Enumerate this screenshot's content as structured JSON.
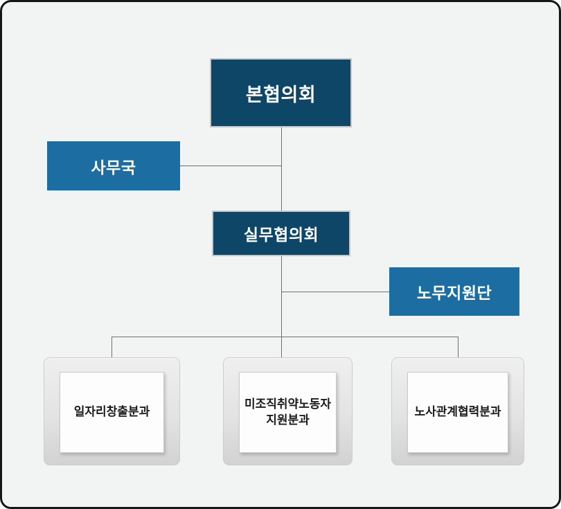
{
  "diagram": {
    "type": "org-chart",
    "colors": {
      "background": "#f2f3f3",
      "frame_border": "#161616",
      "primary_dark": "#0d4666",
      "primary_blue": "#1c6da2",
      "connector": "#6e6e6e",
      "section_text": "#1b1b1b"
    },
    "nodes": {
      "main_council": {
        "label": "본협의회",
        "level": 1,
        "style": "dark"
      },
      "secretariat": {
        "label": "사무국",
        "level": 2,
        "style": "blue",
        "attached_to": "main_council"
      },
      "working_council": {
        "label": "실무협의회",
        "level": 2,
        "style": "dark"
      },
      "labor_support": {
        "label": "노무지원단",
        "level": 3,
        "style": "blue",
        "attached_to": "working_council"
      }
    },
    "sections": [
      {
        "label": "일자리창출분과"
      },
      {
        "label": "미조직취약노동자 지원분과"
      },
      {
        "label": "노사관계협력분과"
      }
    ]
  }
}
